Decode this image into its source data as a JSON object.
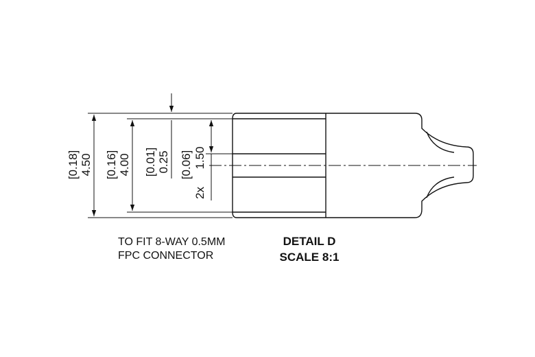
{
  "dimensions": [
    {
      "inch": "[0.18]",
      "mm": "4.50"
    },
    {
      "inch": "[0.16]",
      "mm": "4.00"
    },
    {
      "inch": "[0.01]",
      "mm": "0.25"
    },
    {
      "inch": "[0.06]",
      "mm": "1.50"
    }
  ],
  "multiplier": "2x",
  "note": {
    "line1": "TO FIT 8-WAY 0.5MM",
    "line2": "FPC CONNECTOR"
  },
  "detail": {
    "title": "DETAIL D",
    "scale": "SCALE 8:1"
  }
}
